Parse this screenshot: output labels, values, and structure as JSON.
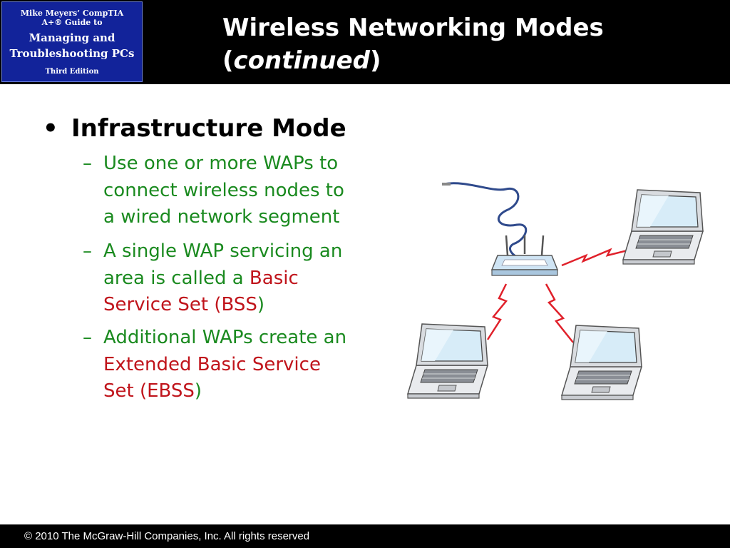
{
  "header": {
    "logo": {
      "line1": "Mike Meyers’ CompTIA",
      "line2": "A+® Guide to",
      "line3": "Managing and",
      "line4": "Troubleshooting PCs",
      "edition": "Third Edition"
    },
    "title_line1": "Wireless Networking Modes",
    "title_line2_open": "(",
    "title_line2_italic": "continued",
    "title_line2_close": ")"
  },
  "bullet": {
    "marker": "•",
    "heading": "Infrastructure Mode",
    "sub_marker": "–",
    "items": [
      {
        "lines": [
          "Use one or more WAPs to",
          "connect wireless nodes to",
          "a wired network segment"
        ]
      },
      {
        "line1": "A single WAP servicing an",
        "line2_plain": "area is called a ",
        "line2_red": "Basic",
        "line3_red": "Service Set (BSS",
        "line3_close": ")"
      },
      {
        "line1": "Additional WAPs create an",
        "line2_red": "Extended Basic Service",
        "line3_red": "Set (EBSS",
        "line3_close": ")"
      }
    ]
  },
  "footer": {
    "copyright": "© 2010 The McGraw-Hill Companies, Inc. All rights reserved"
  },
  "colors": {
    "header_bg": "#000000",
    "logo_bg": "#12239a",
    "sub_text": "#1a8a1f",
    "highlight": "#c0141b",
    "signal": "#e0202a",
    "cable": "#2f4a8c"
  }
}
